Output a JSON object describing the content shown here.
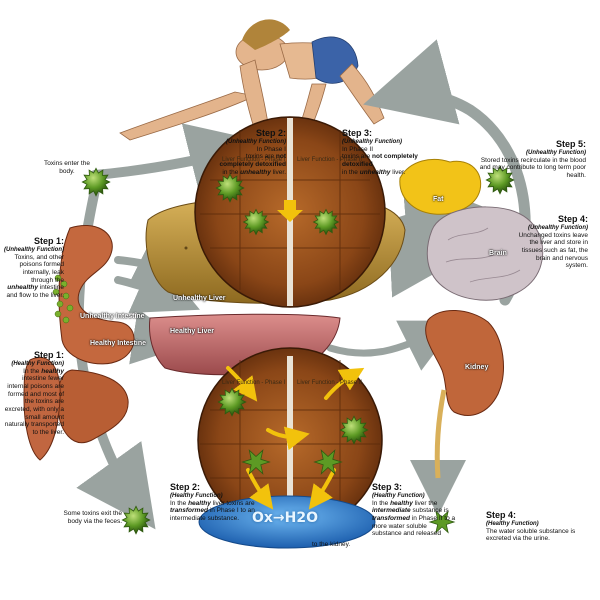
{
  "top": {
    "step2": {
      "title": "Step 2:",
      "subtitle": "(Unhealthy Function)",
      "p1": "In Phase I",
      "p2a": "toxins are ",
      "p2b": "not",
      "p3": "completely detoxified",
      "p4a": "in the ",
      "p4b": "unhealthy",
      "p4c": " liver."
    },
    "step3": {
      "title": "Step 3:",
      "subtitle": "(Unhealthy Function)",
      "p1": "In Phase II",
      "p2a": "toxins are ",
      "p2b": "not completely",
      "p3": "detoxified",
      "p4a": "in the ",
      "p4b": "unhealthy",
      "p4c": " liver."
    },
    "step5": {
      "title": "Step 5:",
      "subtitle": "(Unhealthy Function)",
      "body": "Stored toxins recirculate in the blood and may contribute to long term poor health."
    },
    "step4": {
      "title": "Step 4:",
      "subtitle": "(Unhealthy Function)",
      "body": "Unchanged toxins leave the liver and store in tissues such as fat, the brain and nervous system."
    },
    "toxins_enter": "Toxins enter the body."
  },
  "left": {
    "step1_unhealthy": {
      "title": "Step 1:",
      "subtitle": "(Unhealthy Function)",
      "p1": "Toxins, and other poisons formed internally, leak through the ",
      "p1b": "unhealthy",
      "p1c": " intestine and flow to the liver."
    },
    "step1_healthy": {
      "title": "Step 1:",
      "subtitle": "(Healthy Function)",
      "p1": "In the ",
      "p1b": "healthy",
      "p1c": " intestine fewer internal poisons are formed and most of the toxins are excreted, with only a small amount naturally transported to the liver."
    },
    "some_toxins": "Some toxins exit the body via the feces."
  },
  "bottom": {
    "step2": {
      "title": "Step 2:",
      "subtitle": "(Healthy Function)",
      "p1a": "In the ",
      "p1b": "healthy",
      "p1c": " liver toxins are ",
      "p1d": "transformed",
      "p1e": " in Phase I to an intermediate substance."
    },
    "step3": {
      "title": "Step 3:",
      "subtitle": "(Healthy Function)",
      "p1a": "In the ",
      "p1b": "healthy",
      "p1c": " liver the ",
      "p1d": "intermediate",
      "p1e": " substance is ",
      "p1f": "transformed",
      "p1g": " in Phase II to a more water soluble substance and released"
    },
    "step4": {
      "title": "Step 4:",
      "subtitle": "(Healthy Function)",
      "body": "The water soluble substance is excreted via the urine."
    },
    "to_kidney": "to the kidney."
  },
  "tags": {
    "fat": "Fat",
    "brain": "Brain",
    "unhealthy_liver": "Unhealthy Liver",
    "unhealthy_intestine": "Unhealthy Intestine",
    "healthy_intestine": "Healthy Intestine",
    "healthy_liver": "Healthy Liver",
    "kidney": "Kidney",
    "phase1_top": "Liver Function - Phase I",
    "phase2_top": "Liver Function - Phase II",
    "phase1_bottom": "Liver Function - Phase I",
    "phase2_bottom": "Liver Function - Phase II",
    "equation": "Ox→H2O"
  },
  "colors": {
    "toxin": "#5d9a24",
    "toxin_dark": "#2f5a10",
    "liver_unhealthy": "#c8a24a",
    "liver_healthy": "#c9787a",
    "intestine": "#c4683e",
    "kidney": "#c0663a",
    "fat": "#f2c318",
    "brain": "#cfc3c9",
    "arrow": "#9aa3a0",
    "yellow_arrow": "#f2c20c",
    "water": "#2f7fd0"
  }
}
